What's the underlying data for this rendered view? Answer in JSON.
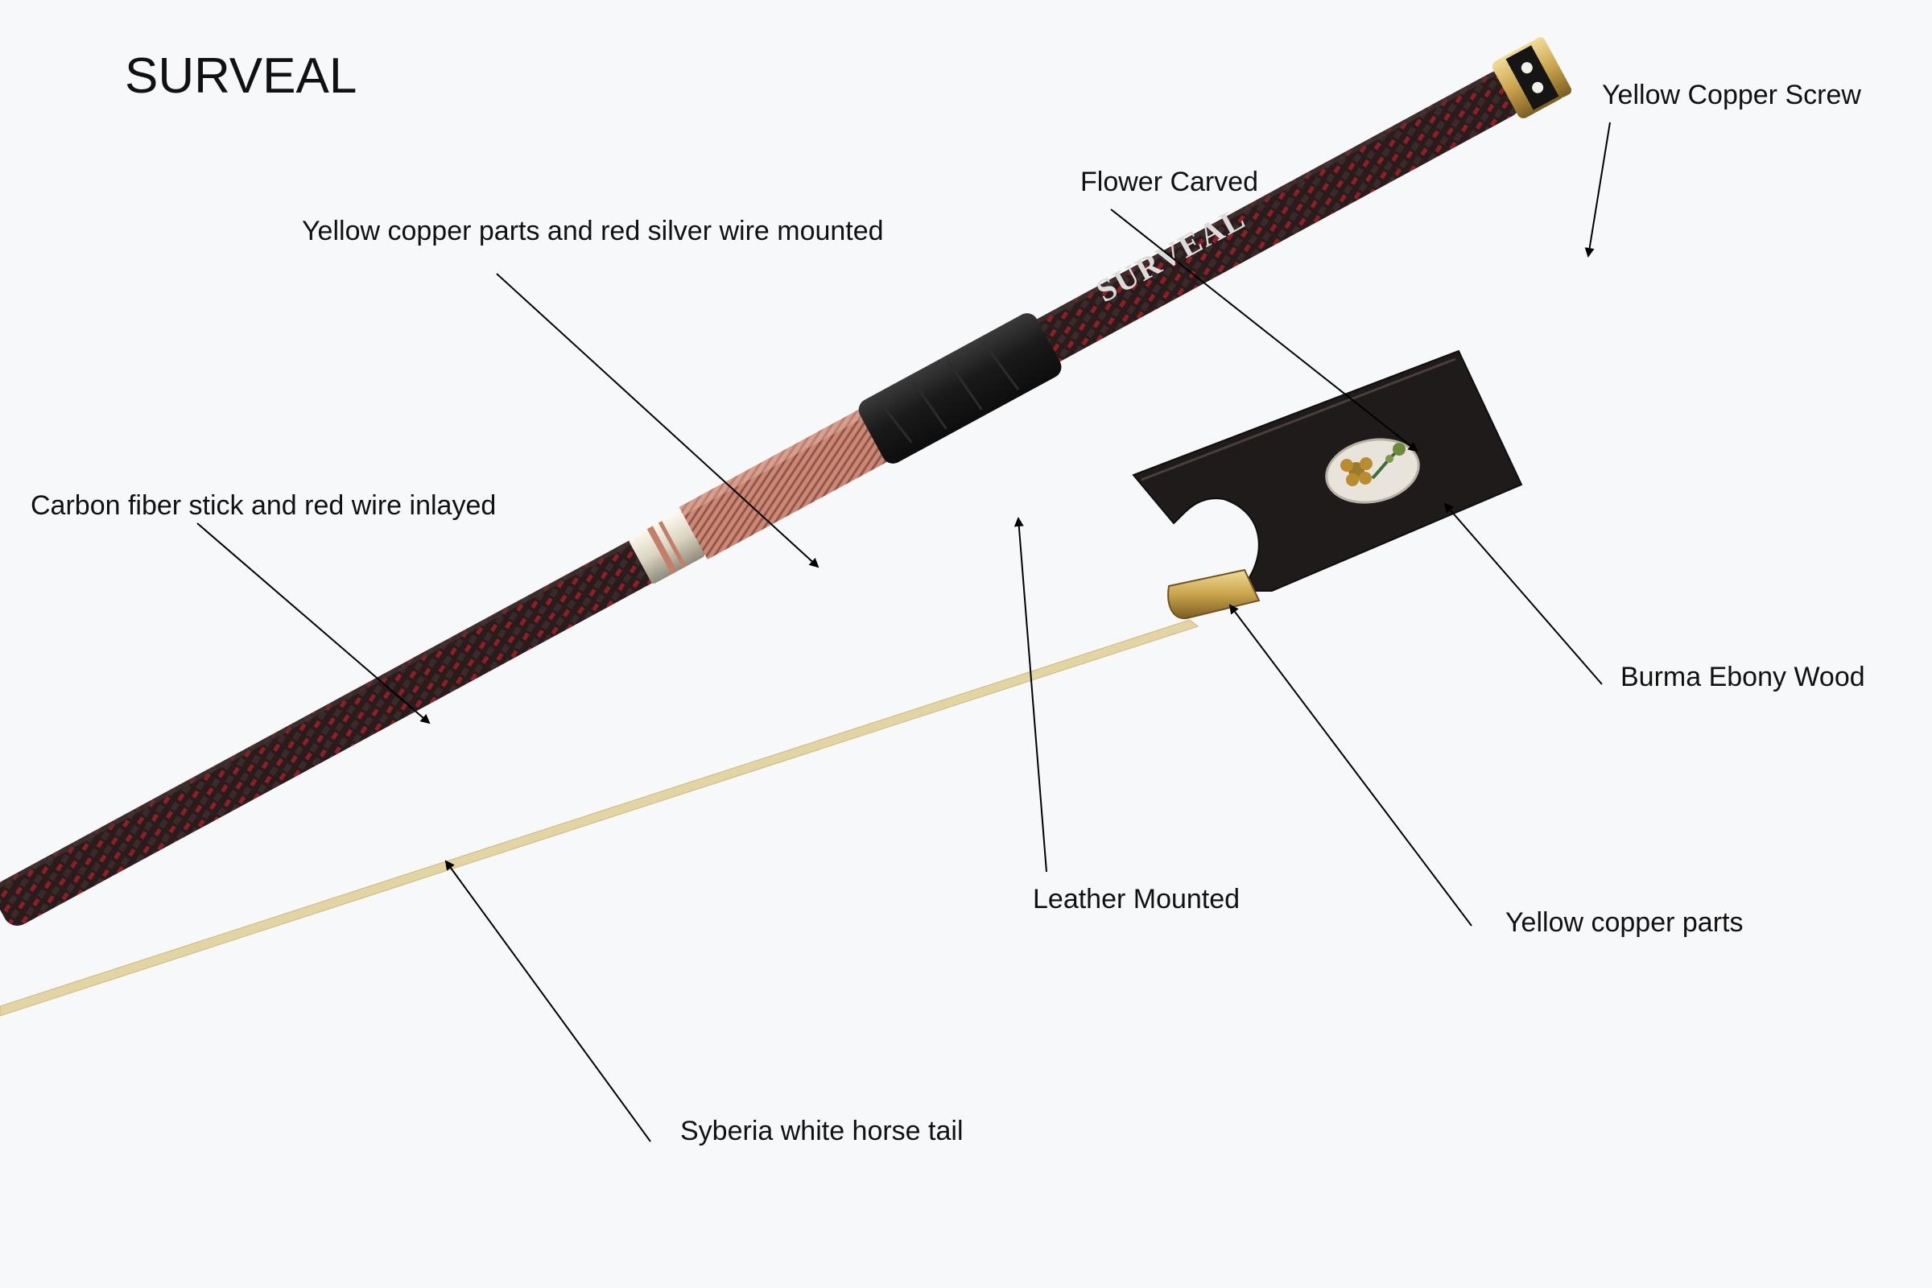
{
  "brand": {
    "title": "SURVEAL",
    "stamp": "SURVEAL"
  },
  "callouts": {
    "yellow_copper_screw": "Yellow Copper Screw",
    "flower_carved": "Flower Carved",
    "yellow_copper_red_silver": "Yellow copper parts and red silver wire mounted",
    "carbon_fiber_stick": "Carbon fiber stick and red wire inlayed",
    "burma_ebony_wood": "Burma Ebony Wood",
    "leather_mounted": "Leather Mounted",
    "yellow_copper_parts": "Yellow copper parts",
    "syberia_horse_tail": "Syberia white horse tail"
  },
  "colors": {
    "background": "#f7f8fa",
    "carbon_stick": "#2a1c1c",
    "red_inlay": "#b0262a",
    "copper_wire": "#b27060",
    "leather": "#1a1a1a",
    "ebony": "#1f1b1b",
    "brass": "#c9a44c",
    "silver_collar": "#d9d3c0",
    "horse_hair": "#e3d4a3",
    "mother_of_pearl": "#e8e4dc"
  }
}
